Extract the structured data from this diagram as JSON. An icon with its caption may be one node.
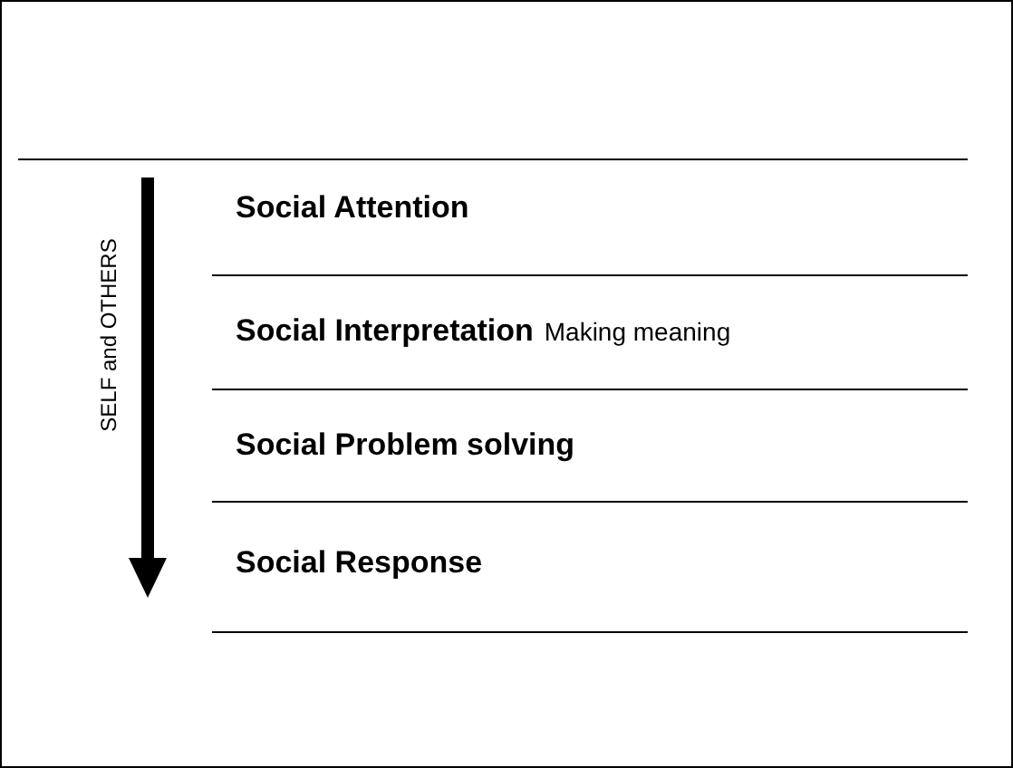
{
  "diagram": {
    "nodes": [
      {
        "text": [
          "Social Attention"
        ]
      },
      {
        "text": [
          "Social Interpretation",
          "Making meaning"
        ]
      },
      {
        "text": [
          "Social Problem solving"
        ]
      },
      {
        "text": [
          "Social Response"
        ]
      }
    ],
    "labels": [
      "SELF and OTHERS"
    ]
  }
}
